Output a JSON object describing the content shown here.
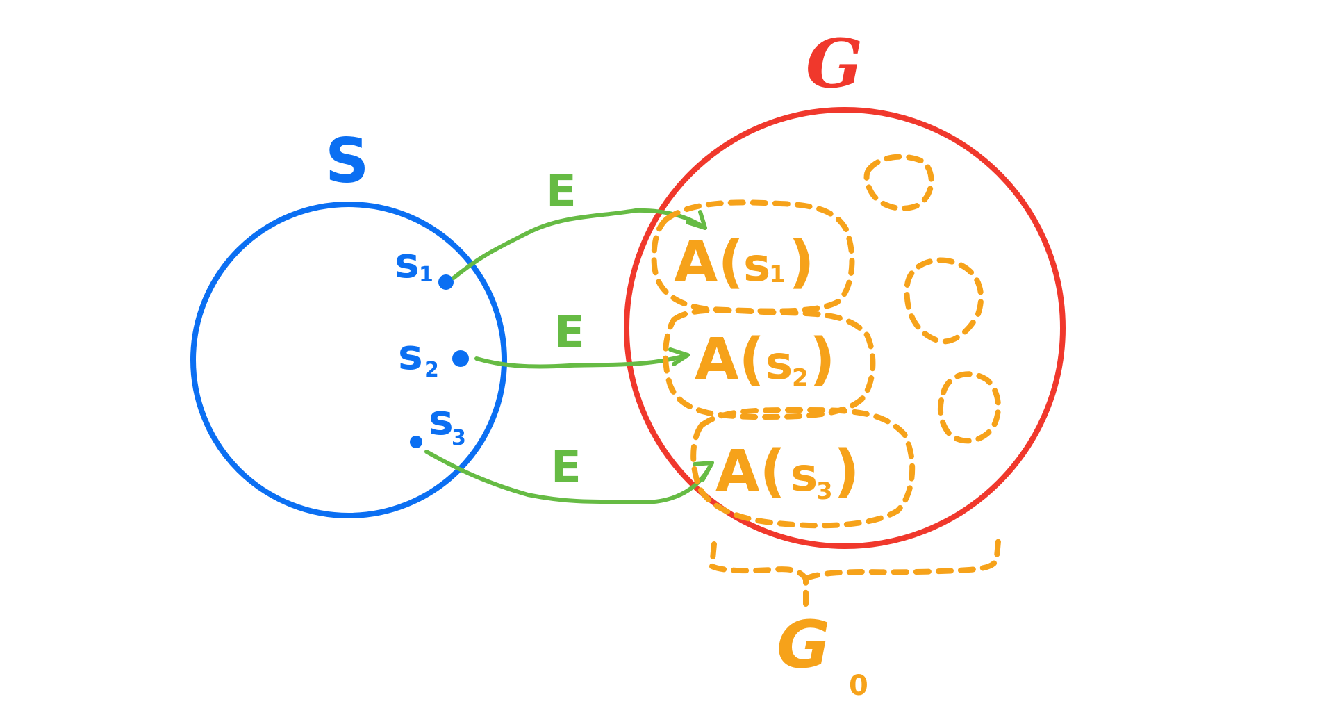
{
  "colors": {
    "blue": "#0b6ff2",
    "red": "#f0382c",
    "orange": "#f6a21a",
    "green": "#66bb44"
  },
  "labels": {
    "source_set": "S",
    "target_set": "G",
    "subset_group": "G",
    "subset_group_subscript": "0",
    "mapping_labels": [
      "E",
      "E",
      "E"
    ],
    "source_points": [
      {
        "base": "s",
        "index": "1"
      },
      {
        "base": "s",
        "index": "2"
      },
      {
        "base": "s",
        "index": "3"
      }
    ],
    "image_prefix": "A(",
    "image_suffix": ")",
    "image_bases": [
      "s",
      "s",
      "s"
    ],
    "image_indices": [
      "1",
      "2",
      "3"
    ]
  }
}
